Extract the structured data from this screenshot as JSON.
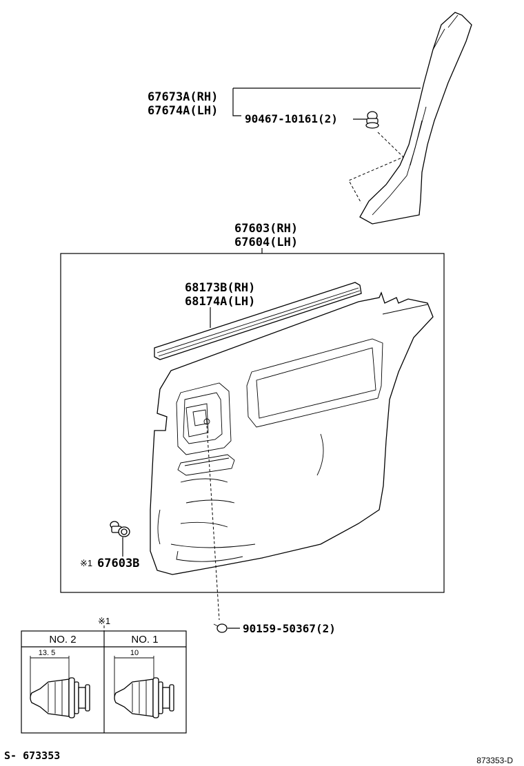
{
  "labels": {
    "pillar_rh": "67673A(RH)",
    "pillar_lh": "67674A(LH)",
    "clip_pillar": "90467-10161(2)",
    "panel_rh": "67603(RH)",
    "panel_lh": "67604(LH)",
    "weatherstrip_rh": "68173B(RH)",
    "weatherstrip_lh": "68174A(LH)",
    "clip_marker": "※1",
    "clip_part": "67603B",
    "screw": "90159-50367(2)"
  },
  "detail_table": {
    "marker": "※1",
    "col1_header": "NO. 2",
    "col2_header": "NO. 1",
    "col1_dimension": "13. 5",
    "col2_dimension": "10"
  },
  "footer": {
    "ref_left": "S- 673353",
    "ref_right": "873353-D"
  }
}
